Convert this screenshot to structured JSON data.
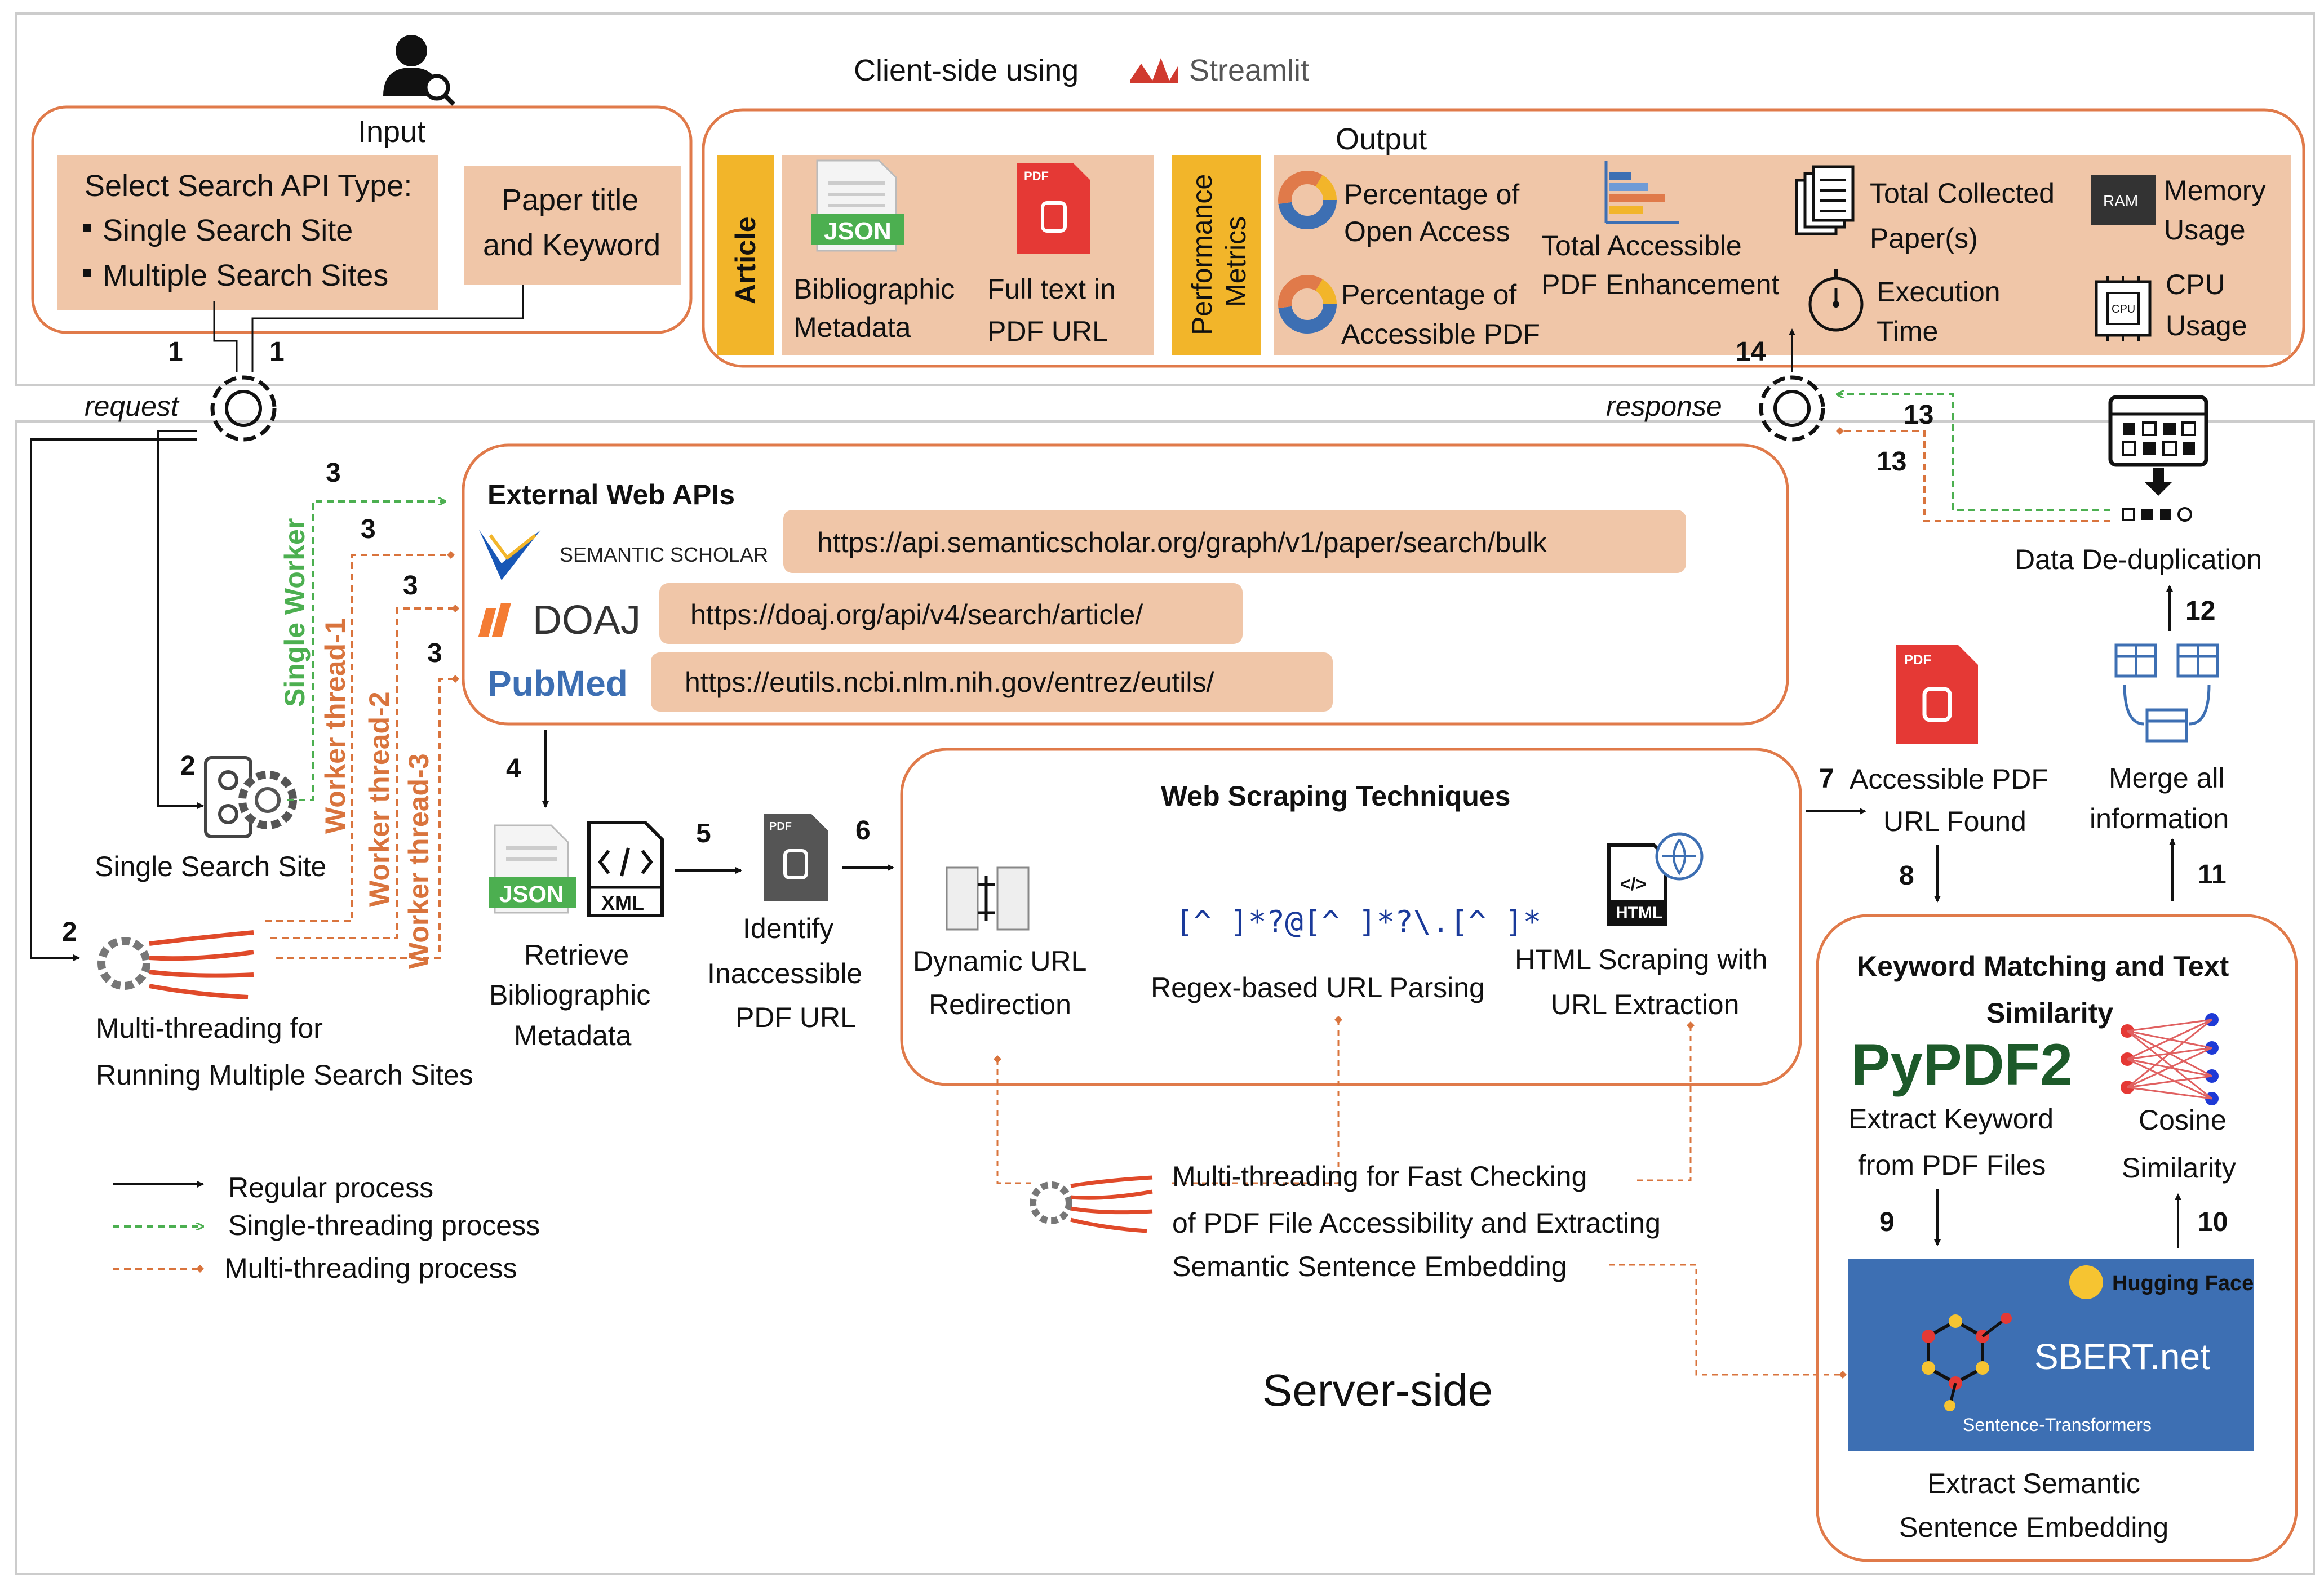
{
  "client": {
    "title": "Client-side using",
    "brand": "Streamlit",
    "input": {
      "title": "Input",
      "select_api": "Select Search API Type:",
      "options": [
        "Single Search Site",
        "Multiple Search Sites"
      ],
      "paper_title": [
        "Paper title",
        "and Keyword"
      ]
    },
    "output": {
      "title": "Output",
      "article_label": "Article",
      "bib_metadata": [
        "Bibliographic",
        "Metadata"
      ],
      "fulltext": [
        "Full text in",
        "PDF URL"
      ],
      "perf_label": [
        "Performance",
        "Metrics"
      ],
      "pct_open": [
        "Percentage of",
        "Open Access"
      ],
      "pct_pdf": [
        "Percentage of",
        "Accessible PDF"
      ],
      "total_acc": [
        "Total Accessible",
        "PDF Enhancement"
      ],
      "total_collected": [
        "Total Collected",
        "Paper(s)"
      ],
      "exec_time": [
        "Execution",
        "Time"
      ],
      "memory": [
        "Memory",
        "Usage"
      ],
      "cpu": [
        "CPU",
        "Usage"
      ]
    },
    "icon_labels": {
      "json": "JSON",
      "pdf": "PDF",
      "ram": "RAM",
      "cpu": "CPU"
    }
  },
  "server": {
    "title": "Server-side",
    "request": "request",
    "response": "response",
    "apis": {
      "title": "External Web APIs",
      "semantic_scholar": "SEMANTIC SCHOLAR",
      "doaj": "DOAJ",
      "pubmed": "PubMed",
      "urls": [
        "https://api.semanticscholar.org/graph/v1/paper/search/bulk",
        "https://doaj.org/api/v4/search/article/",
        "https://eutils.ncbi.nlm.nih.gov/entrez/eutils/"
      ]
    },
    "workers": [
      "Single Worker",
      "Worker thread-1",
      "Worker thread-2",
      "Worker thread-3"
    ],
    "single_site": "Single Search Site",
    "multi_thread": [
      "Multi-threading for",
      "Running Multiple Search Sites"
    ],
    "retrieve": [
      "Retrieve",
      "Bibliographic",
      "Metadata"
    ],
    "identify": [
      "Identify",
      "Inaccessible",
      "PDF URL"
    ],
    "scraping": {
      "title": "Web Scraping Techniques",
      "dynamic": [
        "Dynamic URL",
        "Redirection"
      ],
      "regex_pattern": "[^ ]*?@[^ ]*?\\.[^ ]*",
      "regex": "Regex-based URL Parsing",
      "html": [
        "HTML Scraping with",
        "URL Extraction"
      ]
    },
    "fast_check": [
      "Multi-threading for Fast Checking",
      "of PDF File Accessibility and Extracting",
      "Semantic Sentence Embedding"
    ],
    "accessible_pdf": [
      "Accessible PDF",
      "URL Found"
    ],
    "merge": [
      "Merge all",
      "information"
    ],
    "dedup": "Data De-duplication",
    "keyword": {
      "title": [
        "Keyword Matching and Text",
        "Similarity"
      ],
      "pypdf": "PyPDF2",
      "extract": [
        "Extract Keyword",
        "from PDF Files"
      ],
      "cosine": [
        "Cosine",
        "Similarity"
      ]
    },
    "sbert": {
      "hugging": "Hugging Face",
      "name": "SBERT.net",
      "sub": "Sentence-Transformers",
      "caption": [
        "Extract Semantic",
        "Sentence Embedding"
      ]
    },
    "icon_labels": {
      "json": "JSON",
      "xml": "XML",
      "pdf": "PDF",
      "html": "HTML"
    }
  },
  "legend": {
    "regular": "Regular process",
    "single": "Single-threading process",
    "multi": "Multi-threading process"
  },
  "step_numbers": [
    "1",
    "1",
    "2",
    "2",
    "3",
    "3",
    "3",
    "3",
    "4",
    "5",
    "6",
    "7",
    "8",
    "9",
    "10",
    "11",
    "12",
    "13",
    "13",
    "14"
  ],
  "colors": {
    "box_fill": "#f0c6a8",
    "border_orange": "#e07a4a",
    "article_yellow": "#f2b52a",
    "green": "#4caf50",
    "worker_orange": "#d9743d",
    "sbert_blue": "#3d6fb3",
    "pdf_red": "#e53935"
  }
}
